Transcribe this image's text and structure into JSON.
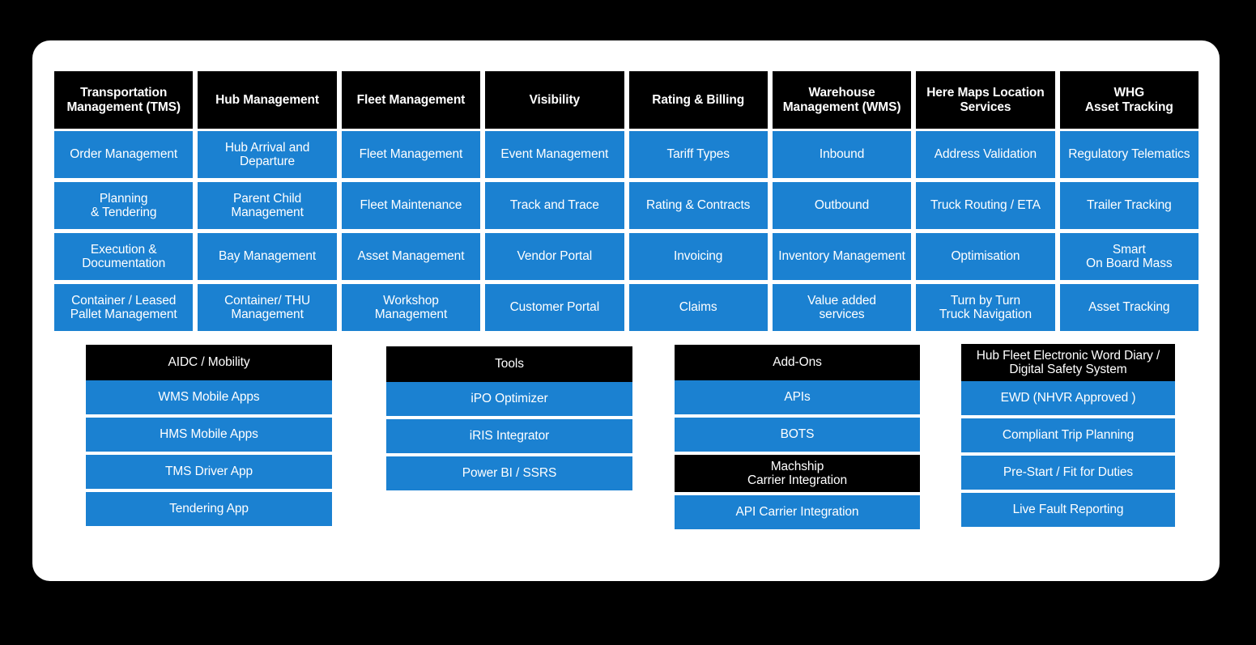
{
  "theme": {
    "page_background": "#000000",
    "card_background": "#ffffff",
    "header_color": "#000000",
    "accent_blue": "#1b81d1",
    "text_color": "#ffffff"
  },
  "matrix": {
    "columns": [
      {
        "header": "Transportation Management (TMS)",
        "items": [
          "Order Management",
          "Planning\n& Tendering",
          "Execution &\nDocumentation",
          "Container /  Leased\nPallet Management"
        ]
      },
      {
        "header": "Hub Management",
        "items": [
          "Hub Arrival and\nDeparture",
          "Parent Child\nManagement",
          "Bay Management",
          "Container/ THU\nManagement"
        ]
      },
      {
        "header": "Fleet Management",
        "items": [
          "Fleet Management",
          "Fleet Maintenance",
          "Asset Management",
          "Workshop\nManagement"
        ]
      },
      {
        "header": "Visibility",
        "items": [
          "Event Management",
          "Track and Trace",
          "Vendor Portal",
          "Customer Portal"
        ]
      },
      {
        "header": "Rating & Billing",
        "items": [
          "Tariff Types",
          "Rating & Contracts",
          "Invoicing",
          "Claims"
        ]
      },
      {
        "header": "Warehouse Management (WMS)",
        "items": [
          "Inbound",
          "Outbound",
          "Inventory Management",
          "Value added\nservices"
        ]
      },
      {
        "header": "Here Maps Location Services",
        "items": [
          "Address Validation",
          "Truck Routing / ETA",
          "Optimisation",
          "Turn by Turn\nTruck Navigation"
        ]
      },
      {
        "header": "WHG\nAsset Tracking",
        "items": [
          "Regulatory Telematics",
          "Trailer Tracking",
          "Smart\nOn Board Mass",
          "Asset Tracking"
        ]
      }
    ]
  },
  "groups": [
    {
      "id": "aidc",
      "header": "AIDC / Mobility",
      "rows": [
        {
          "label": "WMS Mobile Apps",
          "style": "blue"
        },
        {
          "label": "HMS Mobile Apps",
          "style": "blue"
        },
        {
          "label": "TMS Driver App",
          "style": "blue"
        },
        {
          "label": "Tendering App",
          "style": "blue"
        }
      ]
    },
    {
      "id": "tools",
      "header": "Tools",
      "rows": [
        {
          "label": "iPO Optimizer",
          "style": "blue"
        },
        {
          "label": "iRIS Integrator",
          "style": "blue"
        },
        {
          "label": "Power BI /  SSRS",
          "style": "blue"
        }
      ]
    },
    {
      "id": "addons",
      "header": "Add-Ons",
      "rows": [
        {
          "label": "APIs",
          "style": "blue"
        },
        {
          "label": "BOTS",
          "style": "blue"
        },
        {
          "label": "Machship\nCarrier Integration",
          "style": "black"
        },
        {
          "label": "API Carrier Integration",
          "style": "blue"
        }
      ]
    },
    {
      "id": "ewd",
      "header": "Hub Fleet Electronic Word Diary /\nDigital Safety System",
      "rows": [
        {
          "label": "EWD (NHVR Approved )",
          "style": "blue"
        },
        {
          "label": "Compliant Trip Planning",
          "style": "blue"
        },
        {
          "label": "Pre-Start / Fit for Duties",
          "style": "blue"
        },
        {
          "label": "Live Fault Reporting",
          "style": "blue"
        }
      ]
    }
  ]
}
